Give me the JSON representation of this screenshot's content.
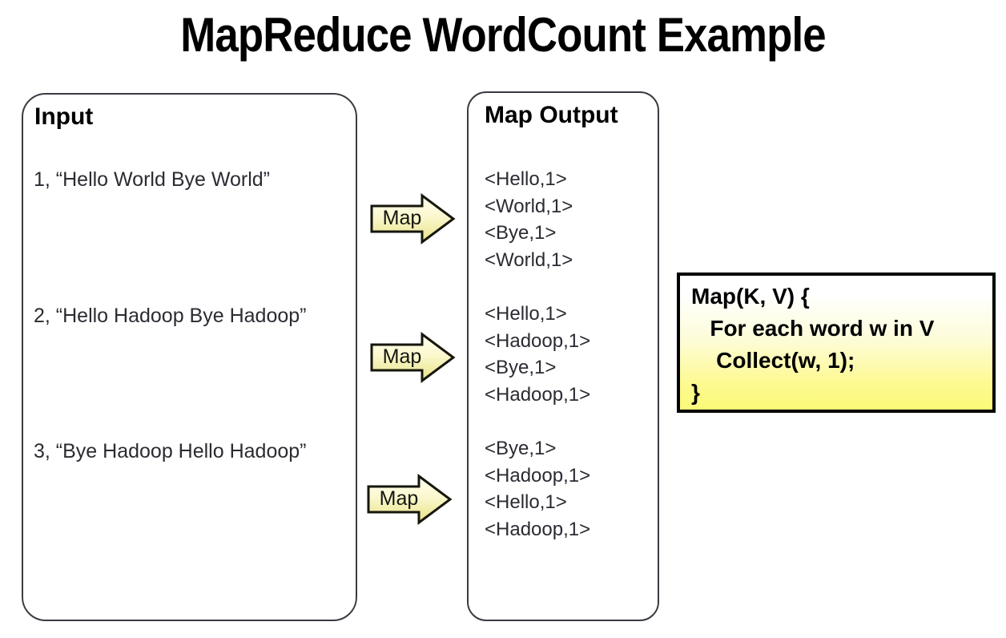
{
  "title": "MapReduce WordCount Example",
  "colors": {
    "background": "#ffffff",
    "text": "#2b2b33",
    "heading": "#000000",
    "panel_border": "#3a3a42",
    "arrow_fill_top": "#fdfcdf",
    "arrow_fill_bottom": "#ece78c",
    "arrow_border": "#16160c",
    "code_box_border": "#000000",
    "code_box_fill_top": "#ffffff",
    "code_box_fill_bottom": "#fcfa78"
  },
  "input_panel": {
    "heading": "Input",
    "lines": [
      "1, “Hello World Bye World”",
      "2, “Hello Hadoop Bye Hadoop”",
      "3, “Bye Hadoop Hello Hadoop”"
    ]
  },
  "map_output_panel": {
    "heading": "Map Output",
    "groups": [
      [
        "<Hello,1>",
        "<World,1>",
        "<Bye,1>",
        "<World,1>"
      ],
      [
        "<Hello,1>",
        "<Hadoop,1>",
        "<Bye,1>",
        "<Hadoop,1>"
      ],
      [
        "<Bye,1>",
        "<Hadoop,1>",
        "<Hello,1>",
        "<Hadoop,1>"
      ]
    ]
  },
  "arrows": [
    {
      "label": "Map"
    },
    {
      "label": "Map"
    },
    {
      "label": "Map"
    }
  ],
  "code_box": {
    "lines": [
      "Map(K, V) {",
      "   For each word w in V",
      "    Collect(w, 1);",
      "}"
    ]
  }
}
